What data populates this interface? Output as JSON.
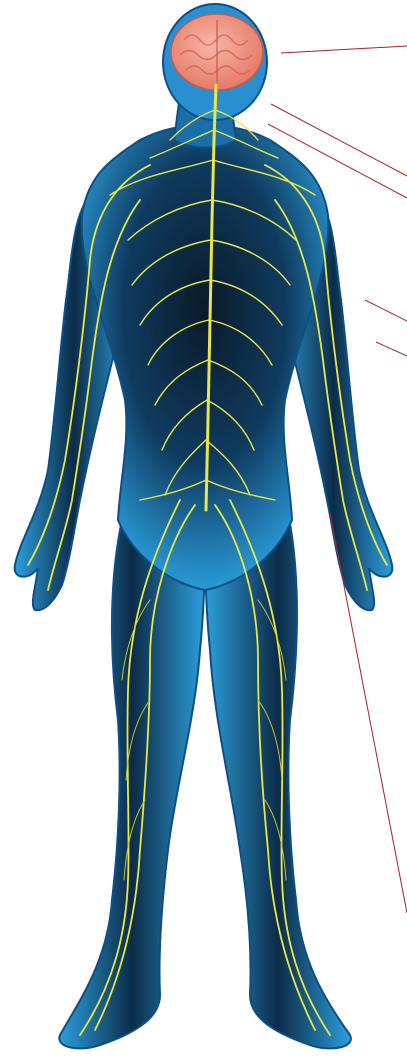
{
  "colors": {
    "background": "#ffffff",
    "body_fill": "#1f86c8",
    "body_glow": "#63c4ef",
    "body_outline": "#0d4f86",
    "body_shadow": "#06121e",
    "nerve": "#e8e64a",
    "nerve_dim": "#c9c23a",
    "brain": "#f29a86",
    "brain_detail": "#d9685a",
    "leader_line": "#a8202a"
  },
  "icons": {
    "body": "human-body-silhouette",
    "brain": "brain-icon",
    "nerves": "nerve-network"
  },
  "leader_lines": [
    {
      "name": "brain-leader-line"
    },
    {
      "name": "cervical-leader-line-1"
    },
    {
      "name": "cervical-leader-line-2"
    },
    {
      "name": "arm-leader-line-1"
    },
    {
      "name": "arm-leader-line-2"
    },
    {
      "name": "leg-leader-line"
    }
  ]
}
